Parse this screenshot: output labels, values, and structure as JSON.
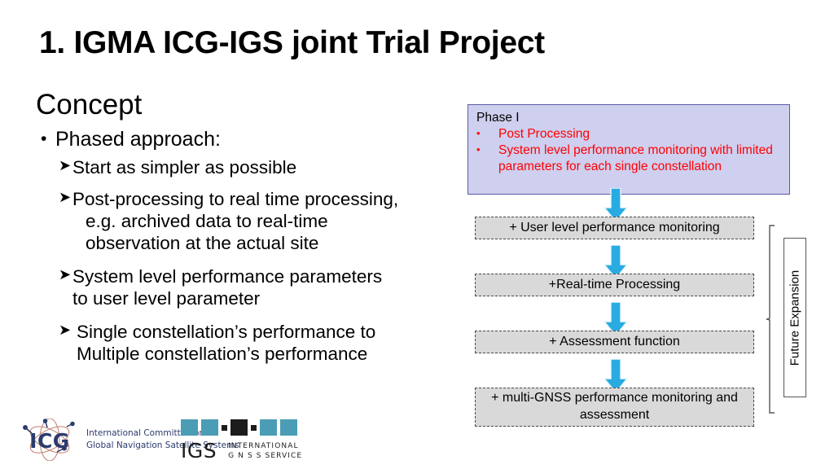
{
  "slide": {
    "title": "1. IGMA ICG-IGS joint Trial Project"
  },
  "left": {
    "heading": "Concept",
    "bullet_marker": "•",
    "sub_marker": "➤",
    "bullets": [
      {
        "label": "Phased approach:",
        "items": [
          {
            "line1": "Start as simpler as possible",
            "line2": "",
            "line3": ""
          },
          {
            "line1": "Post-processing to real time processing,",
            "line2": "e.g. archived data to real-time",
            "line3": "observation at the actual site"
          },
          {
            "line1": "System level performance parameters",
            "line2": "to user level parameter",
            "line3": ""
          },
          {
            "line1": " Single constellation’s performance to",
            "line2": "Multiple constellation’s performance",
            "line3": ""
          }
        ]
      }
    ]
  },
  "diagram": {
    "phase1": {
      "title": "Phase I",
      "marker": "•",
      "items": [
        "Post Processing",
        "System level performance monitoring with limited parameters for each single constellation"
      ],
      "fill_color": "#CFCFEF",
      "border_color": "#5B5BA8",
      "text_color": "#FF0000"
    },
    "flow_boxes": [
      "+ User level performance monitoring",
      "+Real-time Processing",
      "+ Assessment function",
      "+ multi-GNSS performance monitoring and assessment"
    ],
    "flow_box_fill": "#D9D9D9",
    "arrow_color": "#29ABE2",
    "future_expansion_label": "Future Expansion"
  },
  "footer": {
    "icg": {
      "acronym": "ICG",
      "line1": "International Committee on",
      "line2": "Global Navigation Satellite Systems",
      "text_color": "#2A3B6E"
    },
    "igs": {
      "acronym": "IGS",
      "line1": "INTERNATIONAL",
      "line2": "G N S S  SERVICE",
      "square_color": "#4A9DB5",
      "dark_color": "#1C1C1C"
    }
  }
}
